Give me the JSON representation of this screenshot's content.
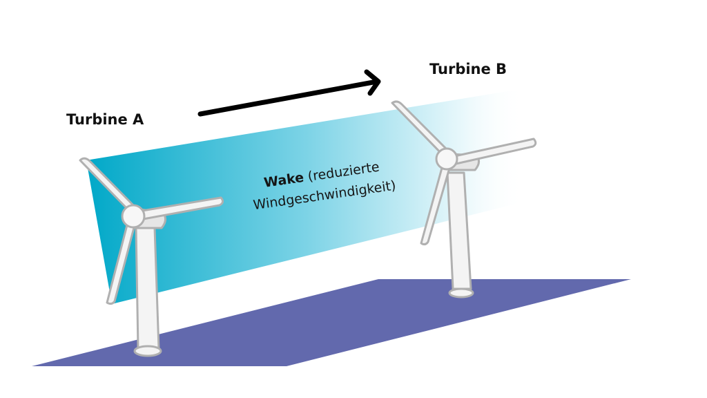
{
  "labels": {
    "turbine_a": "Turbine A",
    "turbine_b": "Turbine B"
  },
  "wake": {
    "bold": "Wake",
    "rest": "(reduzierte",
    "line2": "Windgeschwindigkeit)"
  },
  "colors": {
    "wake_dark": "#00a8c8",
    "wake_light": "#ffffff",
    "ground": "#6269ad",
    "arrow": "#000000",
    "turbine_fill": "#f4f4f4",
    "turbine_outline": "#b0b0b0"
  }
}
